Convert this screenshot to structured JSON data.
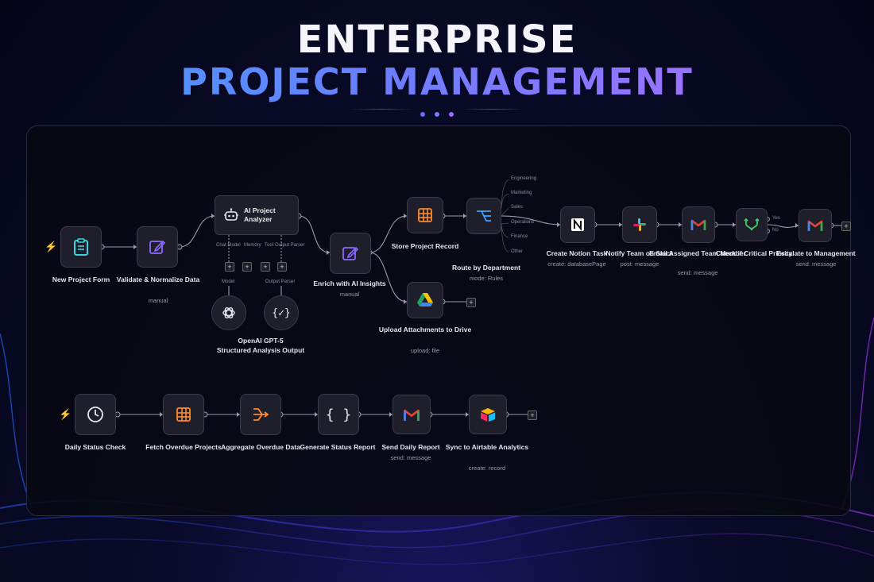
{
  "header": {
    "title_line1": "ENTERPRISE",
    "title_line2": "PROJECT MANAGEMENT",
    "dot_colors": [
      "#6a6cff",
      "#7b7dff",
      "#9a6cff"
    ]
  },
  "colors": {
    "accent_blue": "#3ea0ff",
    "accent_purple": "#b46cff",
    "trigger": "#ff7a1a",
    "edit_icon": "#8a6cff",
    "table_icon": "#ff8a2a",
    "branch_icon": "#3ea0ff",
    "if_icon": "#3ccf6a"
  },
  "workflow1": {
    "nodes": {
      "form": {
        "label": "New Project Form",
        "icon": "clipboard-icon"
      },
      "validate": {
        "label": "Validate & Normalize Data",
        "sub": "manual",
        "icon": "edit-icon"
      },
      "ai": {
        "label": "AI Project Analyzer",
        "icon": "robot-icon"
      },
      "enrich": {
        "label": "Enrich with AI Insights",
        "sub": "manual",
        "icon": "edit-icon"
      },
      "store": {
        "label": "Store Project Record",
        "icon": "table-icon"
      },
      "route": {
        "label": "Route by Department",
        "sub": "mode: Rules",
        "icon": "branch-icon"
      },
      "upload": {
        "label": "Upload Attachments to Drive",
        "sub": "upload: file",
        "icon": "drive-icon"
      },
      "notion": {
        "label": "Create Notion Task",
        "sub": "create: databasePage",
        "icon": "notion-icon"
      },
      "slack": {
        "label": "Notify Team on Slack",
        "sub": "post: message",
        "icon": "slack-icon"
      },
      "email": {
        "label": "Email Assigned Team Member",
        "sub": "send: message",
        "icon": "gmail-icon"
      },
      "check": {
        "label": "Check if Critical Priority",
        "icon": "if-icon"
      },
      "escalate": {
        "label": "Escalate to Management",
        "sub": "send: message",
        "icon": "gmail-icon"
      }
    },
    "ai_ports": [
      "Chat Model",
      "Memory",
      "Tool",
      "Output Parser"
    ],
    "sub_nodes": {
      "model_label": "Model",
      "parser_label": "Output Parser",
      "openai": "OpenAI GPT-5",
      "structured": "Structured Analysis Output"
    },
    "route_outputs": [
      "Engineering",
      "Marketing",
      "Sales",
      "Operations",
      "Finance",
      "Other"
    ],
    "if_outputs": [
      "Yes",
      "No"
    ]
  },
  "workflow2": {
    "nodes": {
      "daily": {
        "label": "Daily Status Check",
        "icon": "clock-icon"
      },
      "fetch": {
        "label": "Fetch Overdue Projects",
        "icon": "table-icon"
      },
      "aggregate": {
        "label": "Aggregate Overdue Data",
        "icon": "aggregate-icon"
      },
      "generate": {
        "label": "Generate Status Report",
        "icon": "braces-icon"
      },
      "send": {
        "label": "Send Daily Report",
        "sub": "send: message",
        "icon": "gmail-icon"
      },
      "airtable": {
        "label": "Sync to Airtable Analytics",
        "sub": "create: record",
        "icon": "airtable-icon"
      }
    }
  }
}
